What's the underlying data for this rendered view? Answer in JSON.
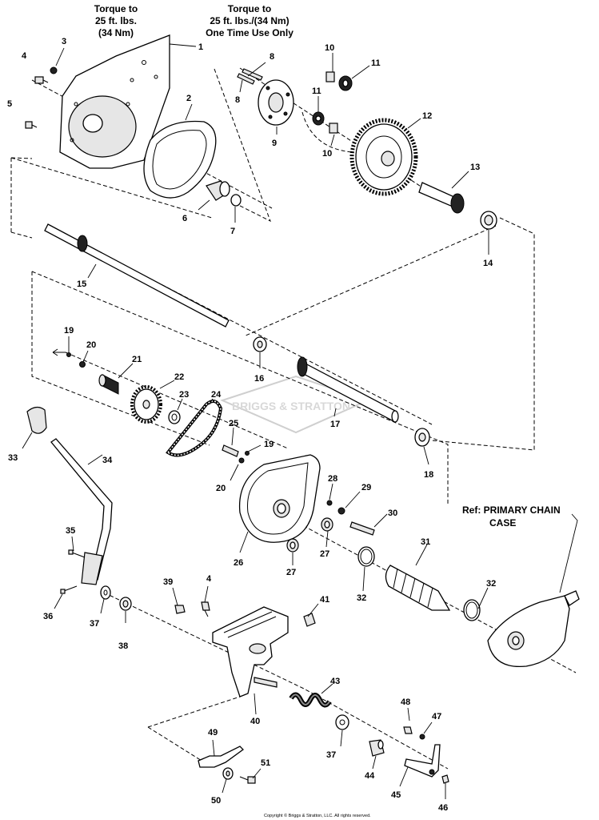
{
  "notes": {
    "torque_left": [
      "Torque to",
      "25 ft. lbs.",
      "(34 Nm)"
    ],
    "torque_right": [
      "Torque to",
      "25 ft. lbs./(34 Nm)",
      "One Time Use Only"
    ],
    "ref": [
      "Ref: PRIMARY CHAIN",
      "CASE"
    ]
  },
  "watermark": "BRIGGS & STRATTON",
  "copyright": "Copyright © Briggs & Stratton, LLC. All rights reserved.",
  "callouts": {
    "c1": "1",
    "c2": "2",
    "c3": "3",
    "c4a": "4",
    "c4b": "4",
    "c5": "5",
    "c6": "6",
    "c7": "7",
    "c8a": "8",
    "c8b": "8",
    "c9": "9",
    "c10a": "10",
    "c10b": "10",
    "c11a": "11",
    "c11b": "11",
    "c12": "12",
    "c13": "13",
    "c14": "14",
    "c15": "15",
    "c16": "16",
    "c17": "17",
    "c18": "18",
    "c19a": "19",
    "c19b": "19",
    "c20a": "20",
    "c20b": "20",
    "c21": "21",
    "c22": "22",
    "c23": "23",
    "c24": "24",
    "c25": "25",
    "c26": "26",
    "c27a": "27",
    "c27b": "27",
    "c28": "28",
    "c29": "29",
    "c30": "30",
    "c31": "31",
    "c32a": "32",
    "c32b": "32",
    "c33": "33",
    "c34": "34",
    "c35": "35",
    "c36": "36",
    "c37a": "37",
    "c37b": "37",
    "c38": "38",
    "c39": "39",
    "c40": "40",
    "c41": "41",
    "c43": "43",
    "c44": "44",
    "c45": "45",
    "c46": "46",
    "c47": "47",
    "c48": "48",
    "c49": "49",
    "c50": "50",
    "c51": "51"
  }
}
